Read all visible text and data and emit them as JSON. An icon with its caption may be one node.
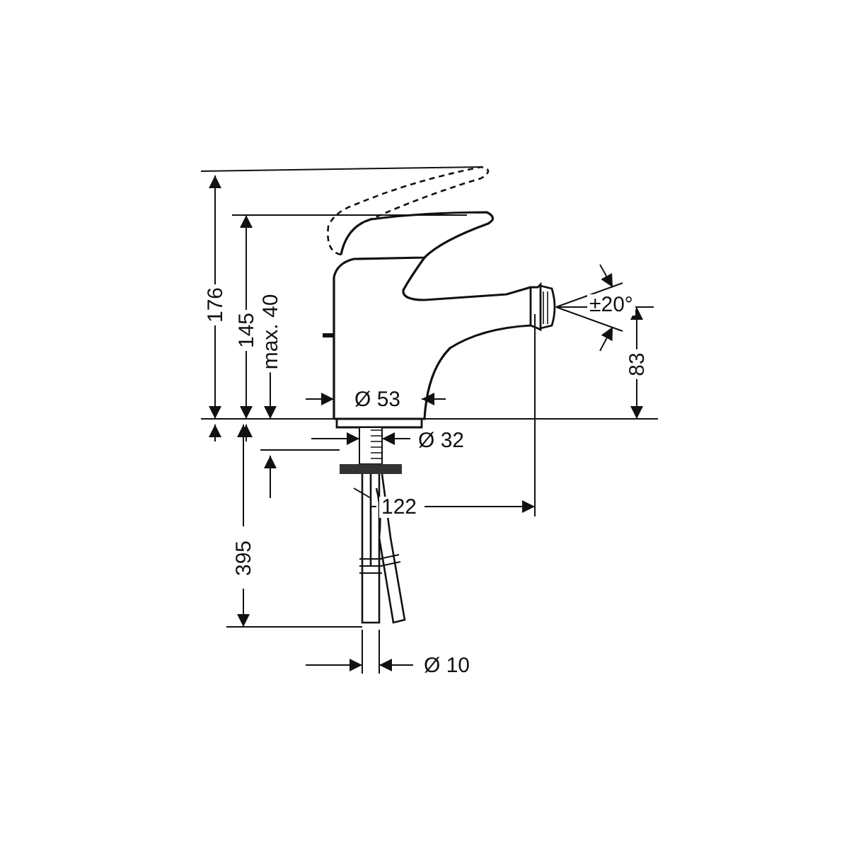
{
  "diagram": {
    "labels": [
      "176",
      "145",
      "max. 40",
      "±20°",
      "83",
      "Ø 53",
      "Ø 32",
      "395",
      "122",
      "Ø 10"
    ]
  }
}
